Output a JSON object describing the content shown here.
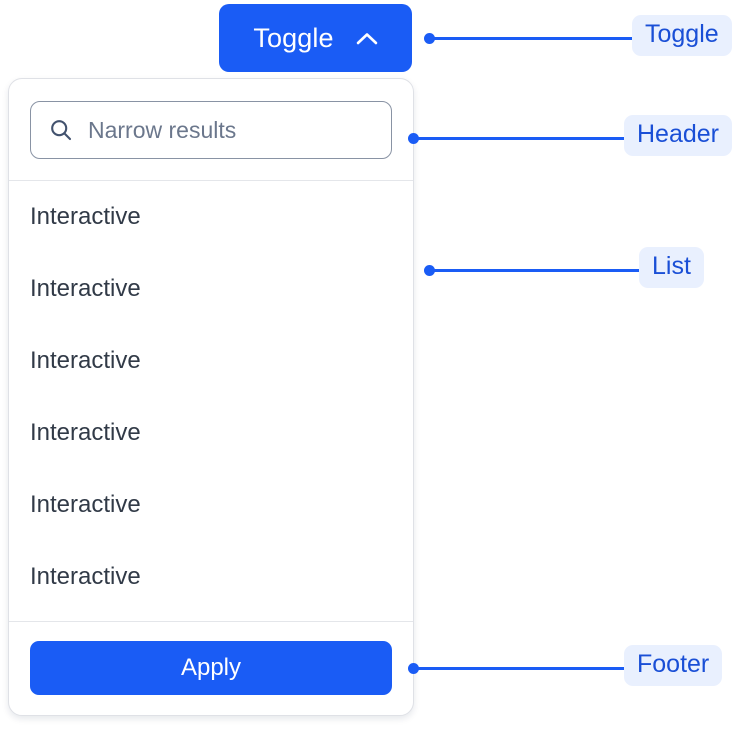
{
  "toggle": {
    "label": "Toggle",
    "icon": "chevron-up-icon",
    "expanded": true,
    "background_color": "#1a5cf5",
    "text_color": "#ffffff"
  },
  "dropdown": {
    "header": {
      "search": {
        "icon": "search-icon",
        "placeholder": "Narrow results",
        "value": ""
      }
    },
    "list": {
      "items": [
        {
          "label": "Interactive"
        },
        {
          "label": "Interactive"
        },
        {
          "label": "Interactive"
        },
        {
          "label": "Interactive"
        },
        {
          "label": "Interactive"
        },
        {
          "label": "Interactive"
        }
      ]
    },
    "footer": {
      "apply_label": "Apply",
      "apply_background": "#1a5cf5"
    }
  },
  "annotations": [
    {
      "label": "Toggle",
      "target": "toggle-button"
    },
    {
      "label": "Header",
      "target": "panel-header"
    },
    {
      "label": "List",
      "target": "panel-list"
    },
    {
      "label": "Footer",
      "target": "panel-footer"
    }
  ],
  "colors": {
    "accent": "#1a5cf5",
    "annotation_pill_bg": "#e9f0fe",
    "annotation_text": "#1a4fd6",
    "panel_border": "#dfe1e6",
    "divider": "#e4e6ea",
    "item_text": "#313a47",
    "placeholder_text": "#6b778c"
  }
}
